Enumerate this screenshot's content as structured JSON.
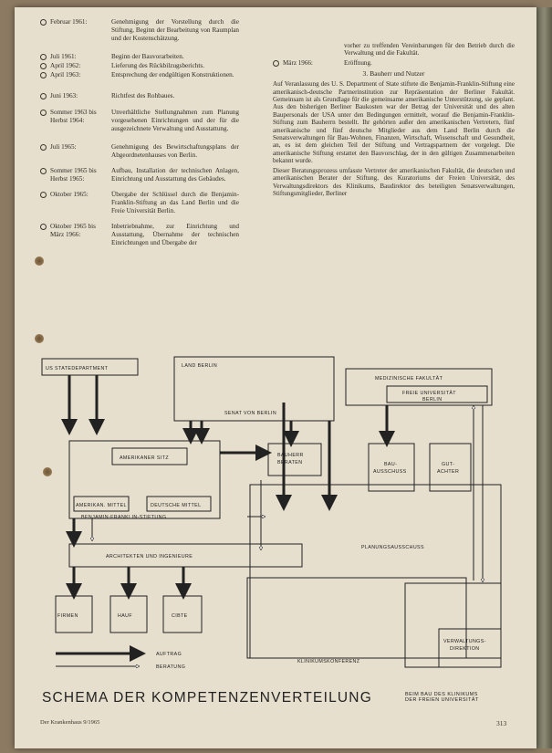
{
  "timeline": [
    {
      "date": "Februar 1961:",
      "text": "Genehmigung der Vorstellung durch die Stiftung, Beginn der Bearbeitung von Raumplan und der Kostenschätzung."
    },
    {
      "date": "Juli 1961:",
      "text": "Beginn der Bauvorarbeiten."
    },
    {
      "date": "April 1962:",
      "text": "Lieferung des Rückbilzugsberichts."
    },
    {
      "date": "April 1963:",
      "text": "Entsprechung der endgültigen Konstruktionen."
    },
    {
      "date": "Juni 1963:",
      "text": "Richtfest des Rohbaues."
    },
    {
      "date": "Sommer 1963 bis Herbst 1964:",
      "text": "Unverhältliche Stellungnahmen zum Planung vorgesehenen Einrichtungen und der für die ausgezeichnete Verwaltung und Ausstattung."
    },
    {
      "date": "Juli 1965:",
      "text": "Genehmigung des Bewirtschaftungsplans der Abgeordnetenhauses von Berlin."
    },
    {
      "date": "Sommer 1965 bis Herbst 1965:",
      "text": "Aufbau, Installation der technischen Anlagen, Einrichtung und Ausstattung des Gebäudes."
    },
    {
      "date": "Oktober 1965:",
      "text": "Übergabe der Schlüssel durch die Benjamin-Franklin-Stiftung an das Land Berlin und die Freie Universität Berlin."
    },
    {
      "date": "Oktober 1965 bis März 1966:",
      "text": "Inbetriebnahme, zur Einrichtung und Ausstattung, Übernahme der technischen Einrichtungen und Übergabe der"
    }
  ],
  "col2": {
    "cont_text": "vorher zu treffenden Vereinbarungen für den Betrieb durch die Verwaltung und die Fakultät.",
    "cont_date": "März 1966:",
    "cont_date_text": "Eröffnung.",
    "section_title": "3. Bauherr und Nutzer",
    "para1": "Auf Veranlassung des U. S. Department of State stiftete die Benjamin-Franklin-Stiftung eine amerikanisch-deutsche Partnerinstitution zur Repräsentation der Berliner Fakultät. Gemeinsam ist als Grundlage für die gemeinsame amerikanische Unterstützung, sie geplant. Aus den bisherigen Berliner Baukosten war der Betrag der Universität und des alten Baupersonals der USA unter den Bedingungen ermittelt, worauf die Benjamin-Franklin-Stiftung zum Bauherrn bestellt. Ihr gehörten außer den amerikanischen Vertretern, fünf amerikanische und fünf deutsche Mitglieder aus dem Land Berlin durch die Senatsverwaltungen für Bau-Wohnen, Finanzen, Wirtschaft, Wissenschaft und Gesundheit, an, es ist dem gleichen Teil der Stiftung und Vertragspartnern der vorgelegt. Die amerikanische Stiftung erstattet den Bauvorschlag, der in den gültigen Zusammenarbeiten bekannt wurde.",
    "para2": "Dieser Beratungsprozess umfasste Vertreter der amerikanischen Fakultät, die deutschen und amerikanischen Berater der Stiftung, des Kuratoriums der Freien Universität, des Verwaltungsdirektors des Klinikums, Baudirektor des beteiligten Senatsverwaltungen, Stiftungsmitglieder, Berliner"
  },
  "diagram": {
    "labels": {
      "us_state_dept": "US STATEDEPARTMENT",
      "land_berlin": "LAND BERLIN",
      "senat_von_berlin": "SENAT VON BERLIN",
      "med_fakultaet": "MEDIZINISCHE FAKULTÄT",
      "freie_univ": "FREIE UNIVERSITÄT",
      "berlin": "BERLIN",
      "amerikahaus": "AMERIKANER SITZ",
      "bauherr": "BAUHERR",
      "beraten": "BERATEN",
      "bauausschuss1": "BAU-",
      "bauausschuss2": "AUSSCHUSS",
      "gutachter1": "GUT-",
      "gutachter2": "ACHTER",
      "amerik_mittel": "AMERIKAN. MITTEL",
      "deutsche_mittel": "DEUTSCHE MITTEL",
      "stiftung": "BENJAMIN-FRANKLIN-STIFTUNG",
      "planungsausschuss": "PLANUNGSAUSSCHUSS",
      "architekten": "ARCHITEKTEN UND INGENIEURE",
      "firma1": "FIRMEN",
      "firma2": "HAUF",
      "firma3": "CIBTE",
      "verwaltung1": "VERWALTUNGS-",
      "verwaltung2": "DIREKTION",
      "klinikum": "KLINIKUMSKONFERENZ",
      "legend_auftrag": "AUFTRAG",
      "legend_beratung": "BERATUNG"
    }
  },
  "caption": {
    "main": "SCHEMA DER KOMPETENZENVERTEILUNG",
    "sub1": "BEIM BAU DES KLINIKUMS",
    "sub2": "DER FREIEN UNIVERSITÄT"
  },
  "footer": {
    "left": "Der Krankenhaus 9/1965",
    "right": "313"
  }
}
